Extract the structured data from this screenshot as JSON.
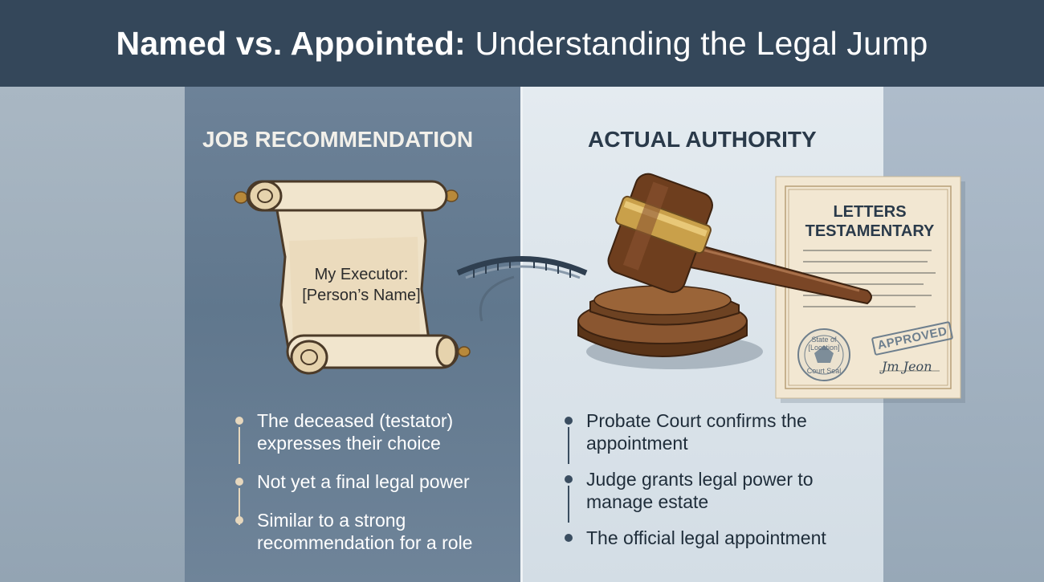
{
  "header": {
    "title_bold": "Named vs. Appointed:",
    "title_regular": "Understanding the Legal Jump"
  },
  "left_panel": {
    "heading": "JOB RECOMMENDATION",
    "scroll_line1": "My Executor:",
    "scroll_line2": "[Person’s Name]",
    "bullets": [
      "The deceased (testator) expresses their choice",
      "Not yet a final legal power",
      "Similar to a strong recommendation for a role"
    ]
  },
  "right_panel": {
    "heading": "ACTUAL AUTHORITY",
    "document_title_line1": "LETTERS",
    "document_title_line2": "TESTAMENTARY",
    "seal_top": "State of [Location]",
    "seal_bottom": "Court Seal",
    "stamp": "APPROVED",
    "signature": "Jm Jeon",
    "bullets": [
      "Probate Court confirms the appointment",
      "Judge grants legal power to manage estate",
      "The official legal appointment"
    ]
  },
  "colors": {
    "header_bg": "#34475a",
    "left_panel_bg": "#647a90",
    "right_panel_bg": "#dfe6ec",
    "parchment": "#efe2c8",
    "gavel_wood": "#7a4a2a",
    "gavel_band": "#c9a04a"
  },
  "icons": [
    "scroll-icon",
    "bridge-icon",
    "gavel-icon",
    "document-icon",
    "seal-icon",
    "stamp-icon"
  ]
}
